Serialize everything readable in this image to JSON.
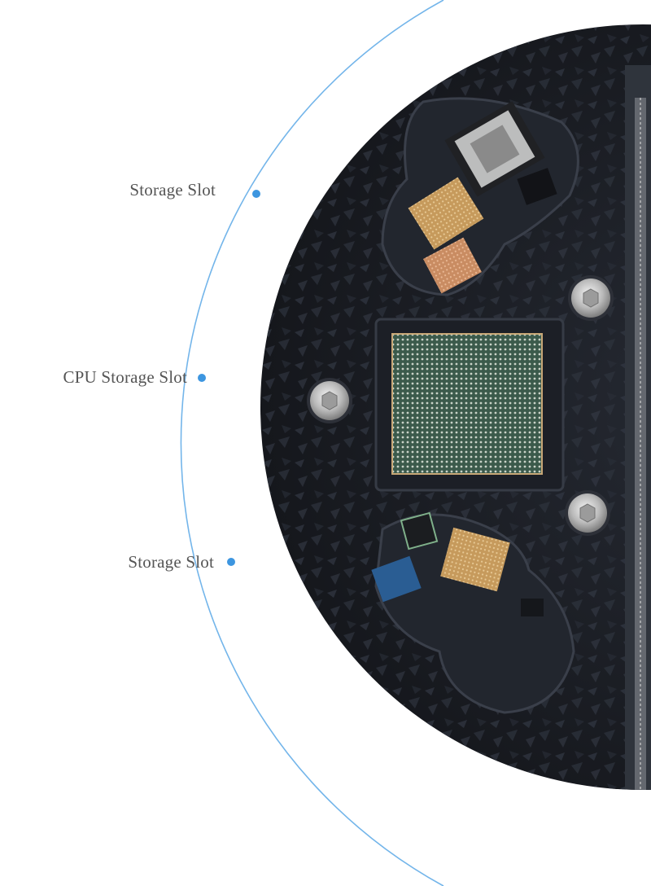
{
  "callouts": [
    {
      "label": "Storage Slot"
    },
    {
      "label": "CPU Storage Slot"
    },
    {
      "label": "Storage Slot"
    }
  ],
  "colors": {
    "accent_arc": "#5aa8e6",
    "dot": "#3d96e0",
    "label_text": "#555555",
    "tray": "#1c1f26",
    "tray_texture": "#2c313b",
    "board_edge": "#3a3f47",
    "cpu_chip": "#3d5a4c",
    "gold_chip": "#c79a5a",
    "screw": "#c8c8c8"
  },
  "icons": [
    "screw-icon",
    "chip-icon"
  ]
}
